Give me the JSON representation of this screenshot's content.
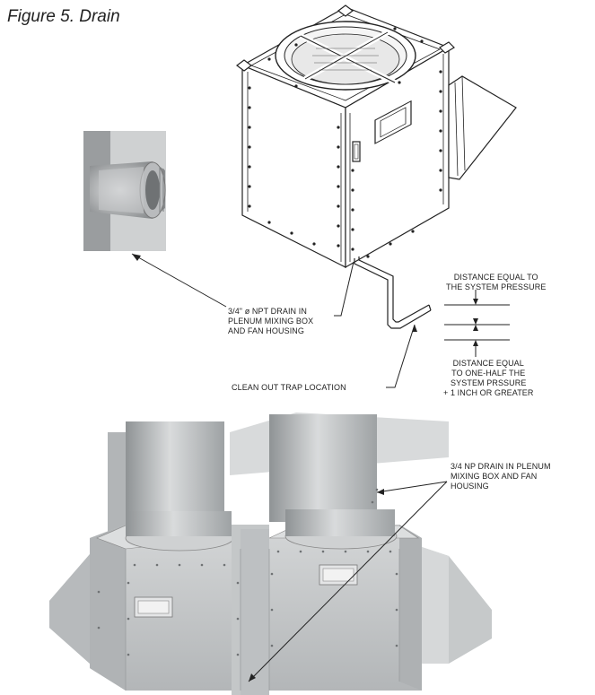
{
  "figure": {
    "title": "Figure 5. Drain"
  },
  "top_diagram": {
    "drain_callout": "3/4\" ø NPT DRAIN IN\nPLENUM MIXING BOX\nAND FAN HOUSING",
    "trap_callout": "CLEAN OUT TRAP LOCATION",
    "distance_top": "DISTANCE EQUAL TO\nTHE SYSTEM PRESSURE",
    "distance_bottom": "DISTANCE EQUAL\nTO ONE-HALF THE\nSYSTEM PRSSURE\n+ 1 INCH OR GREATER"
  },
  "bottom_diagram": {
    "drain_callout": "3/4 NP DRAIN IN PLENUM\nMIXING BOX AND FAN\nHOUSING"
  },
  "colors": {
    "line": "#222222",
    "metal_light": "#d9dbdc",
    "metal_mid": "#b8bbbd",
    "metal_dark": "#8f9395"
  }
}
